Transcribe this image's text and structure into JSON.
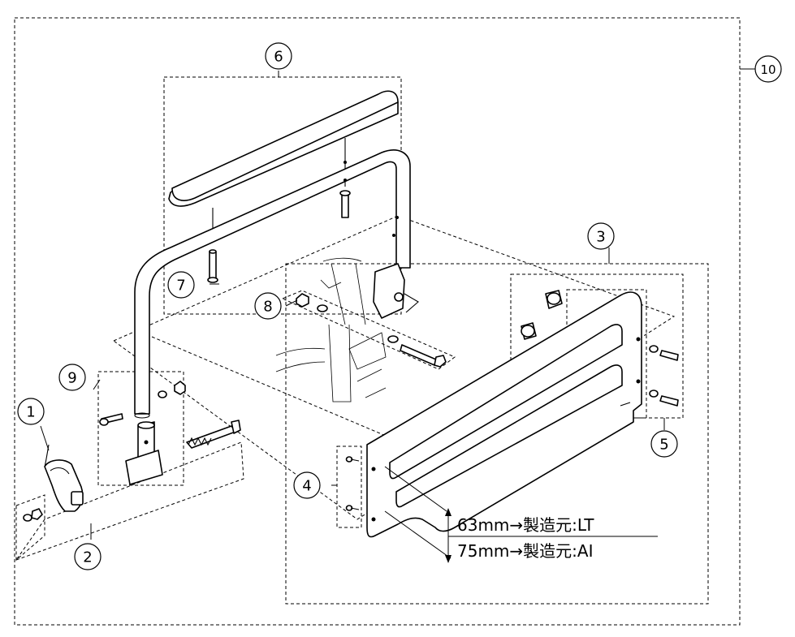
{
  "callouts": [
    "1",
    "2",
    "3",
    "4",
    "5",
    "6",
    "7",
    "8",
    "9",
    "10"
  ],
  "dimension": {
    "line1": "63mm→製造元:LT",
    "line2": "75mm→製造元:AI"
  },
  "colors": {
    "line": "#000000",
    "background": "#ffffff"
  }
}
